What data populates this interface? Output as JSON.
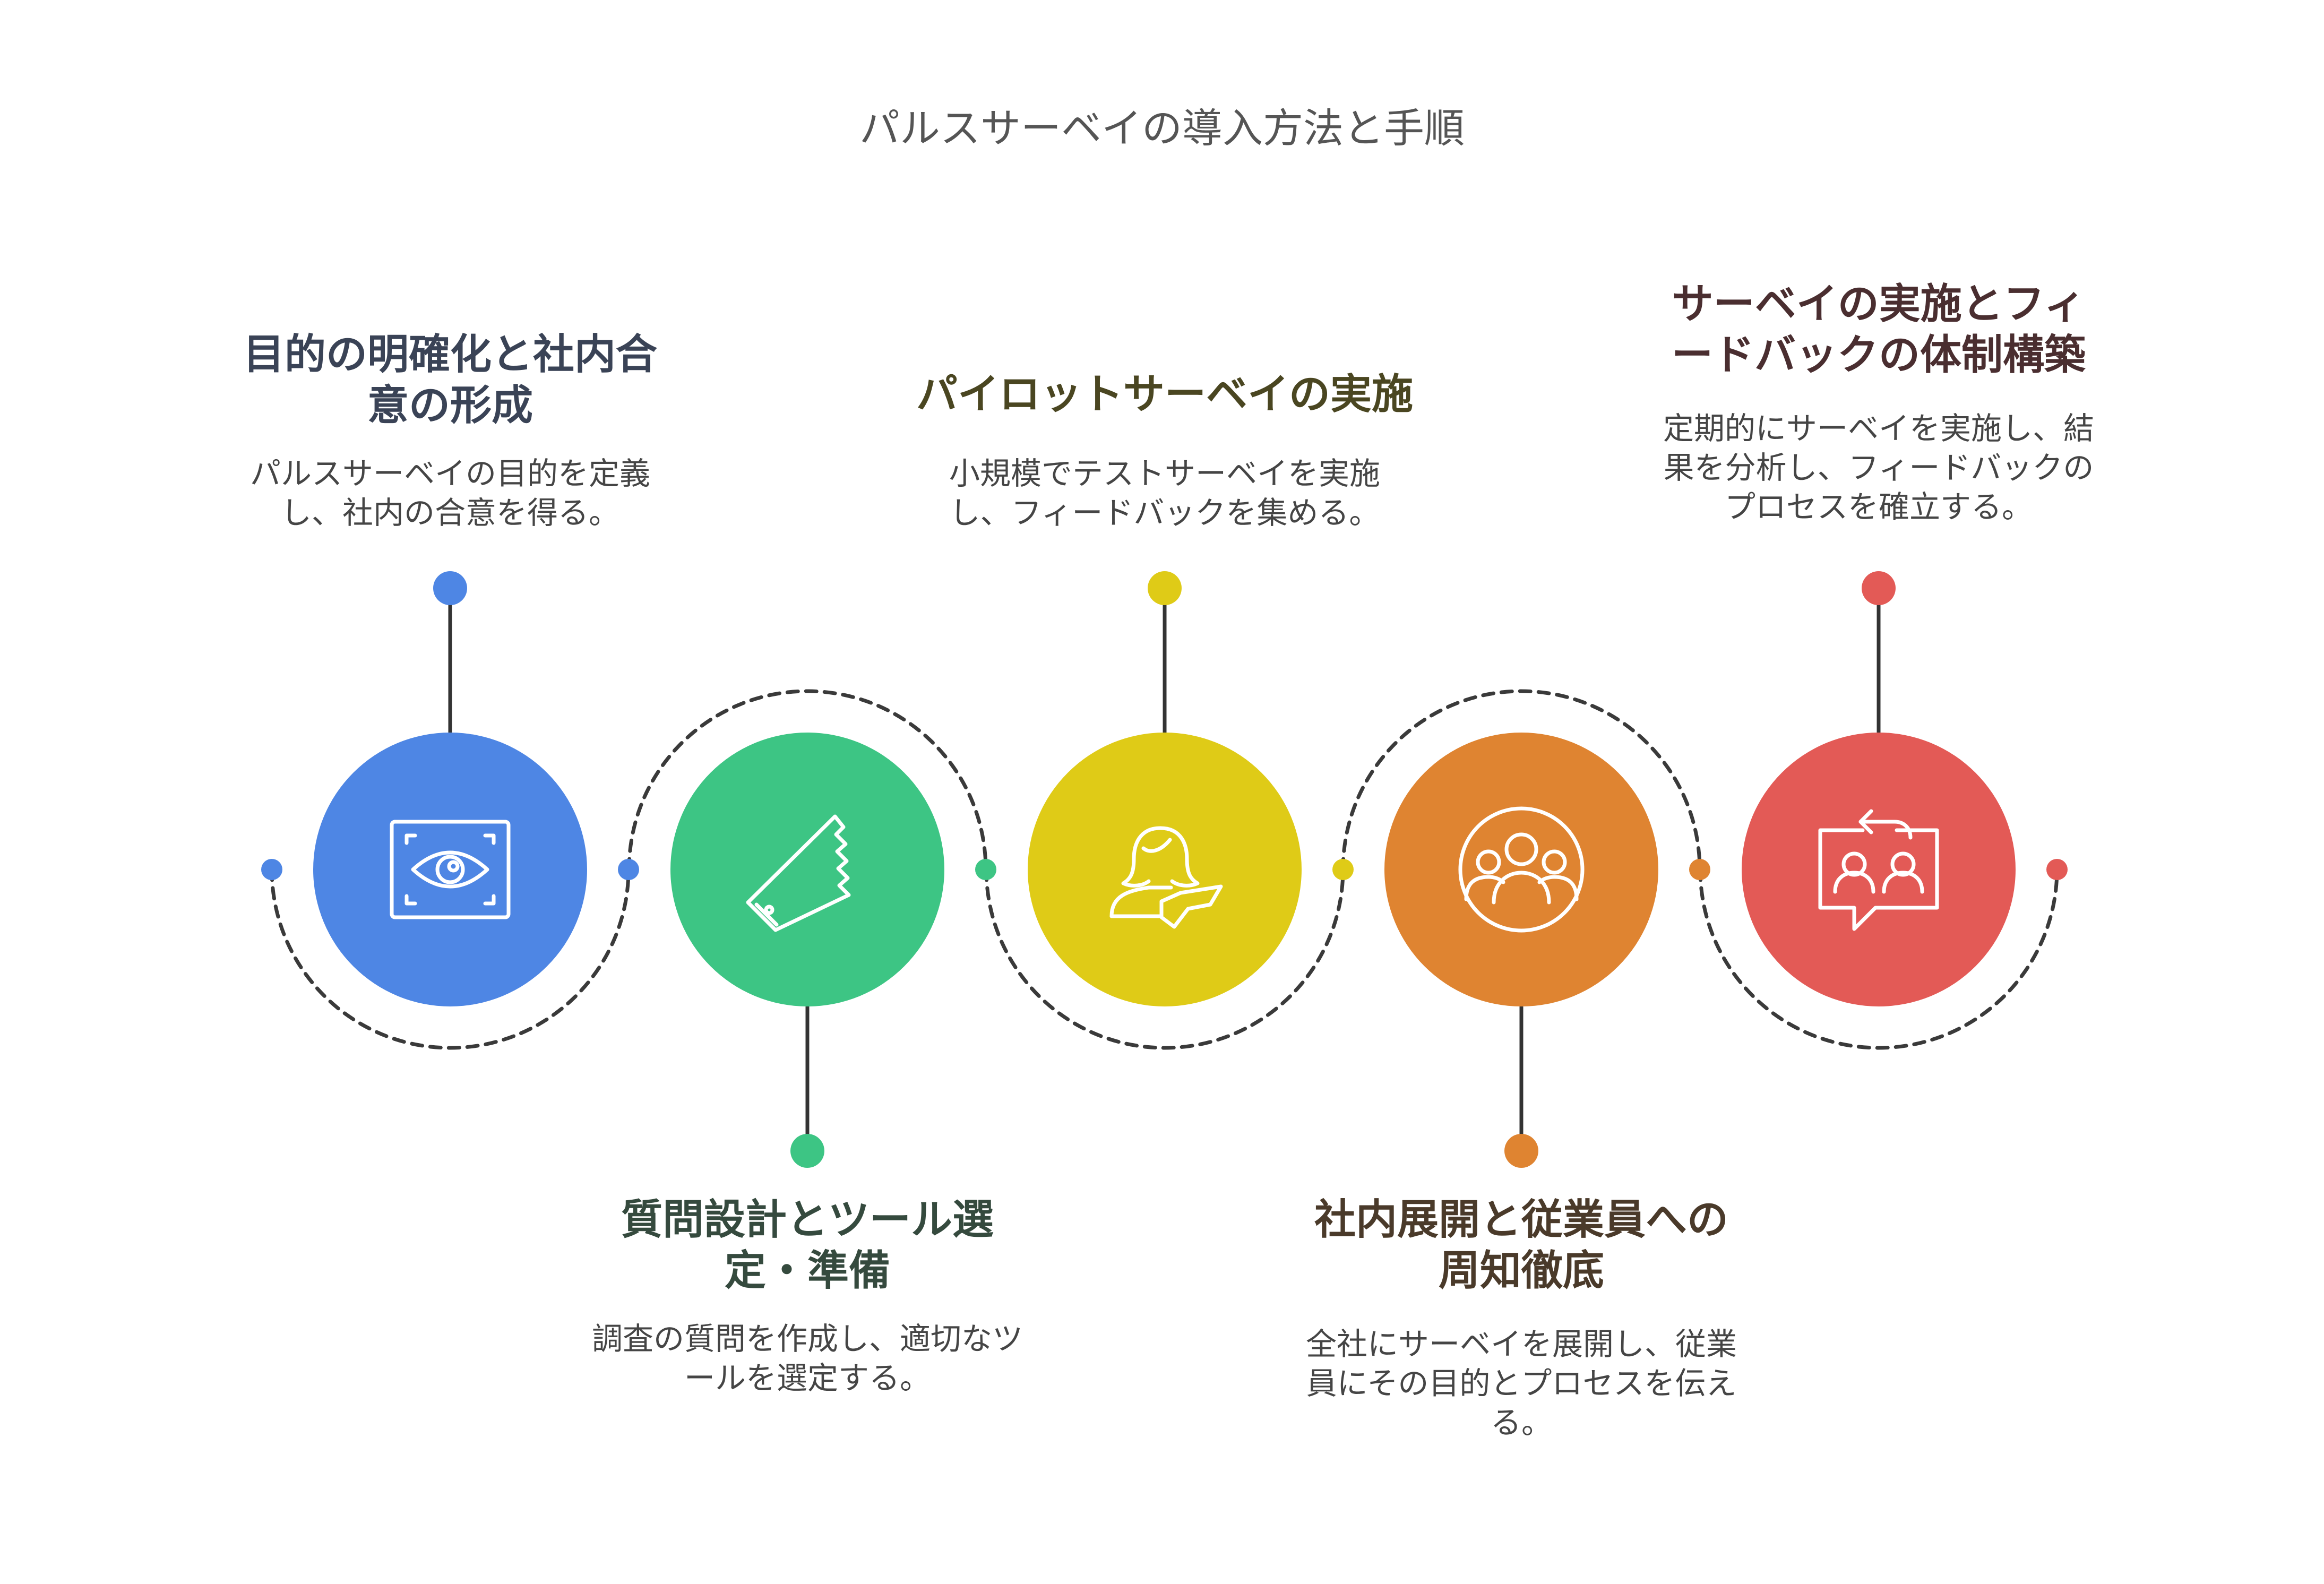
{
  "title": "パルスサーベイの導入方法と手順",
  "steps": [
    {
      "title": "目的の明確化と社内合意の形成",
      "title_lines": [
        "目的の明確化と社内合",
        "意の形成"
      ],
      "description": "パルスサーベイの目的を定義し、社内の合意を得る。",
      "description_lines": [
        "パルスサーベイの目的を定義",
        "し、社内の合意を得る。"
      ],
      "color": "#4E86E4",
      "title_color": "#3A4356",
      "icon": "eye-scan-icon"
    },
    {
      "title": "質問設計とツール選定・準備",
      "title_lines": [
        "質問設計とツール選",
        "定・準備"
      ],
      "description": "調査の質問を作成し、適切なツールを選定する。",
      "description_lines": [
        "調査の質問を作成し、適切なツ",
        "ールを選定する。"
      ],
      "color": "#3DC584",
      "title_color": "#354A3E",
      "icon": "saw-icon"
    },
    {
      "title": "パイロットサーベイの実施",
      "title_lines": [
        "パイロットサーベイの実施"
      ],
      "description": "小規模でテストサーベイを実施し、フィードバックを集める。",
      "description_lines": [
        "小規模でテストサーベイを実施",
        "し、フィードバックを集める。"
      ],
      "color": "#DFCB17",
      "title_color": "#4A4621",
      "icon": "person-handing-icon"
    },
    {
      "title": "社内展開と従業員への周知徹底",
      "title_lines": [
        "社内展開と従業員への",
        "周知徹底"
      ],
      "description": "全社にサーベイを展開し、従業員にその目的とプロセスを伝える。",
      "description_lines": [
        "全社にサーベイを展開し、従業",
        "員にその目的とプロセスを伝え",
        "る。"
      ],
      "color": "#DF8431",
      "title_color": "#4A3A2A",
      "icon": "group-icon"
    },
    {
      "title": "サーベイの実施とフィードバックの体制構築",
      "title_lines": [
        "サーベイの実施とフィ",
        "ードバックの体制構築"
      ],
      "description": "定期的にサーベイを実施し、結果を分析し、フィードバックのプロセスを確立する。",
      "description_lines": [
        "定期的にサーベイを実施し、結",
        "果を分析し、フィードバックの",
        "プロセスを確立する。"
      ],
      "color": "#E35A56",
      "title_color": "#4A2E30",
      "icon": "feedback-chat-icon"
    }
  ]
}
